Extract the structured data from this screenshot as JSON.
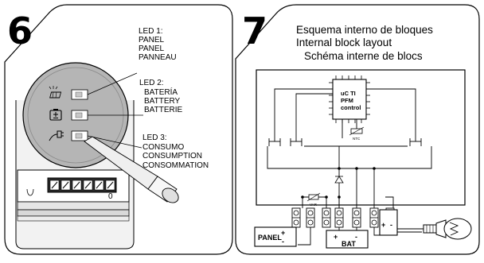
{
  "step6": {
    "number": "6",
    "led1": {
      "heading": "LED 1:",
      "lines": [
        "PANEL",
        "PANEL",
        "PANNEAU"
      ]
    },
    "led2": {
      "heading": "LED 2:",
      "lines": [
        "BATERÍA",
        "BATTERY",
        "BATTERIE"
      ]
    },
    "led3": {
      "heading": "LED 3:",
      "lines": [
        "CONSUMO",
        "CONSUMPTION",
        "CONSOMMATION"
      ]
    },
    "terminal_count": 6,
    "icons": [
      "solar-panel-icon",
      "battery-icon",
      "plug-icon"
    ]
  },
  "step7": {
    "number": "7",
    "title_lines": [
      "Esquema interno de bloques",
      "Internal block layout",
      "Schéma interne de blocs"
    ],
    "chip_lines": [
      "uC TI",
      "PFM",
      "control"
    ],
    "sensor_labels": {
      "varistor": "VAR",
      "ntc": "NTC"
    },
    "panel_label": "PANEL",
    "battery_label": "BAT",
    "plus": "+",
    "minus": "-",
    "icons": [
      "plug-icon"
    ]
  }
}
